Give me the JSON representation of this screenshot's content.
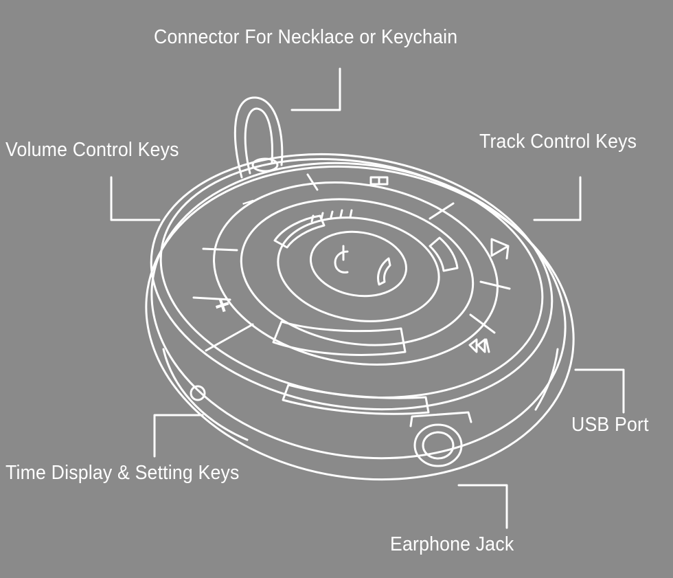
{
  "callouts": {
    "connector": "Connector For Necklace or Keychain",
    "volume": "Volume Control Keys",
    "track": "Track Control Keys",
    "usb": "USB Port",
    "time": "Time Display & Setting Keys",
    "earphone": "Earphone Jack"
  },
  "key_symbols": {
    "minus": "−",
    "plus": "+"
  },
  "colors": {
    "background": "#8a8a8a",
    "line": "#ffffff"
  }
}
